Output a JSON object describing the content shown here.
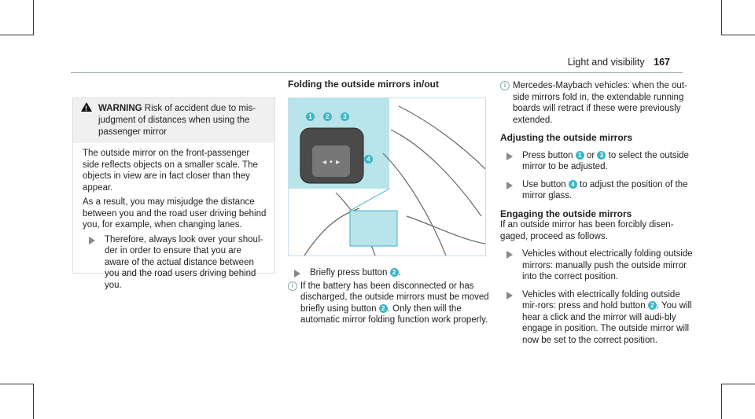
{
  "header": {
    "section": "Light and visibility",
    "page": "167"
  },
  "warning": {
    "label": "WARNING",
    "title_rest": "Risk of accident due to mis-judgment of distances when using the passenger mirror",
    "para1": "The outside mirror on the front-passenger side reflects objects on a smaller scale. The objects in view are in fact closer than they appear.",
    "para2": "As a result, you may misjudge the distance between you and the road user driving behind you, for example, when changing lanes.",
    "bullet": "Therefore, always look over your shoul-der in order to ensure that you are aware of the actual distance between you and the road users driving behind you."
  },
  "col2": {
    "heading": "Folding the outside mirrors in/out",
    "figure_badges": [
      "1",
      "2",
      "3",
      "4"
    ],
    "step_a": "Briefly press button",
    "step_a_badge": "2",
    "info_a": "If the battery has been disconnected or has discharged, the outside mirrors must be moved briefly using button",
    "info_a_badge": "2",
    "info_a_tail": ". Only then will the automatic mirror folding function work properly."
  },
  "col3": {
    "info": "Mercedes-Maybach vehicles: when the out-side mirrors fold in, the extendable running boards will retract if these were previously extended.",
    "h_adjust": "Adjusting the outside mirrors",
    "adj1_pre": "Press button",
    "adj1_b1": "1",
    "adj1_or": "or",
    "adj1_b3": "3",
    "adj1_post": "to select the outside mirror to be adjusted.",
    "adj2_pre": "Use button",
    "adj2_b": "4",
    "adj2_post": "to adjust the position of the mirror glass.",
    "h_engage": "Engaging the outside mirrors",
    "engage_intro": "If an outside mirror has been forcibly disen-gaged, proceed as follows.",
    "eng1": "Vehicles without electrically folding outside mirrors: manually push the outside mirror into the correct position.",
    "eng2_pre": "Vehicles with electrically folding outside mir-rors: press and hold button",
    "eng2_b": "2",
    "eng2_post": ". You will hear a click and the mirror will audi-bly engage in position. The outside mirror will now be set to the correct position."
  }
}
